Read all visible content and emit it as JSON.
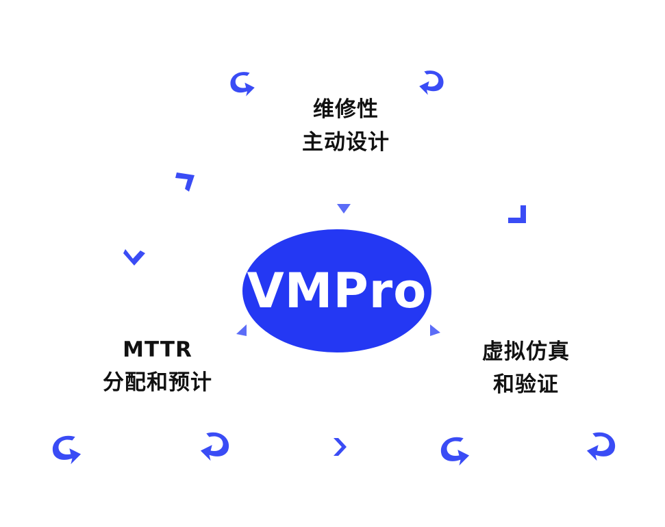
{
  "diagram": {
    "center": {
      "title": "VMPro",
      "fill": "#2438f3",
      "text_color": "#ffffff"
    },
    "nodes": [
      {
        "id": "top",
        "lines": [
          "维修性",
          "主动设计"
        ]
      },
      {
        "id": "left",
        "lines": [
          "MTTR",
          "分配和预计"
        ]
      },
      {
        "id": "right",
        "lines": [
          "虚拟仿真",
          "和验证"
        ]
      }
    ],
    "accent": "#3a4cf5",
    "accent_light": "#5b6cf7",
    "icons": {
      "curved_arrow": "curved-arrow-icon",
      "chevron": "chevron-icon",
      "triangle": "triangle-pointer-icon"
    }
  }
}
